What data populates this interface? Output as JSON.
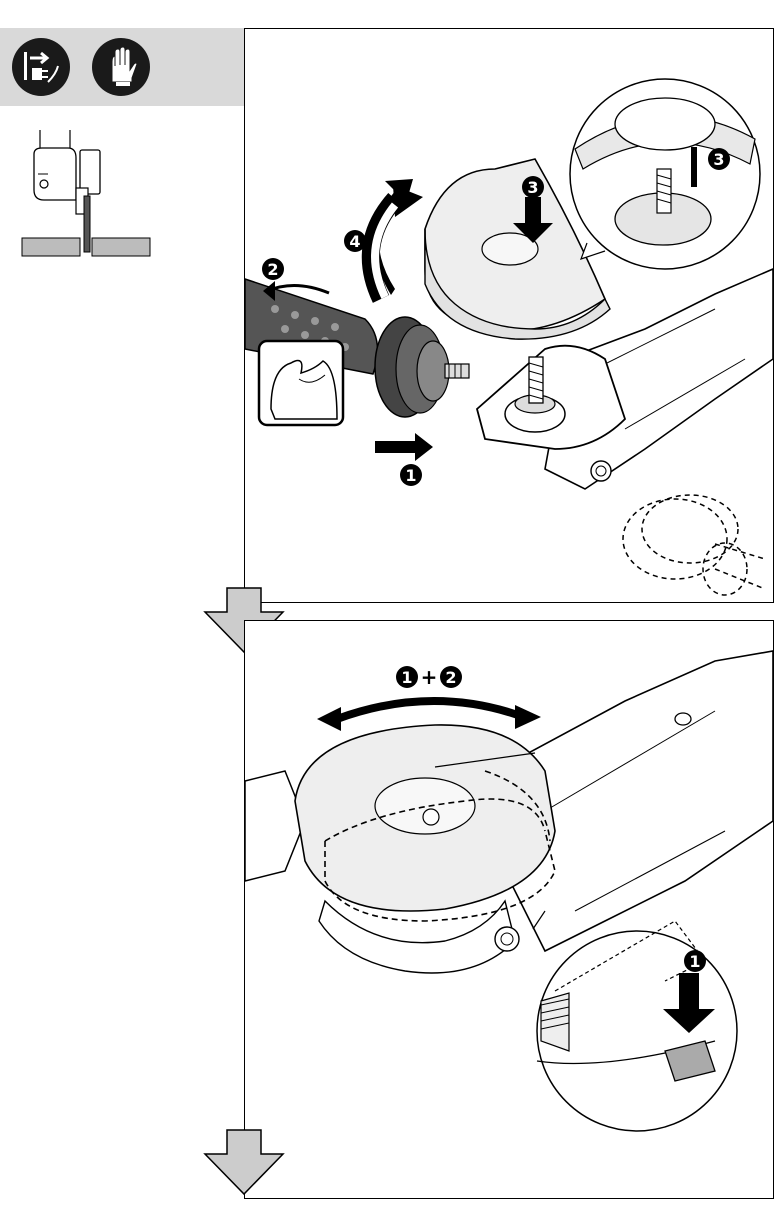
{
  "step_markers": {
    "panel1_step1": "1",
    "panel1_step2": "2",
    "panel1_step3": "3",
    "panel1_step3_inset": "3",
    "panel1_step4": "4",
    "panel2_step1_a": "1",
    "panel2_plus": "+",
    "panel2_step2": "2",
    "panel2_step1_inset": "1"
  },
  "icons": {
    "header": [
      "unplug-icon",
      "gloves-icon"
    ],
    "sidebar": "grinder-cut-position-icon"
  },
  "colors": {
    "header_band": "#d9d9d9",
    "guard_fill": "#eeeeee",
    "arrow_fill": "#cccccc",
    "ink": "#000000"
  }
}
